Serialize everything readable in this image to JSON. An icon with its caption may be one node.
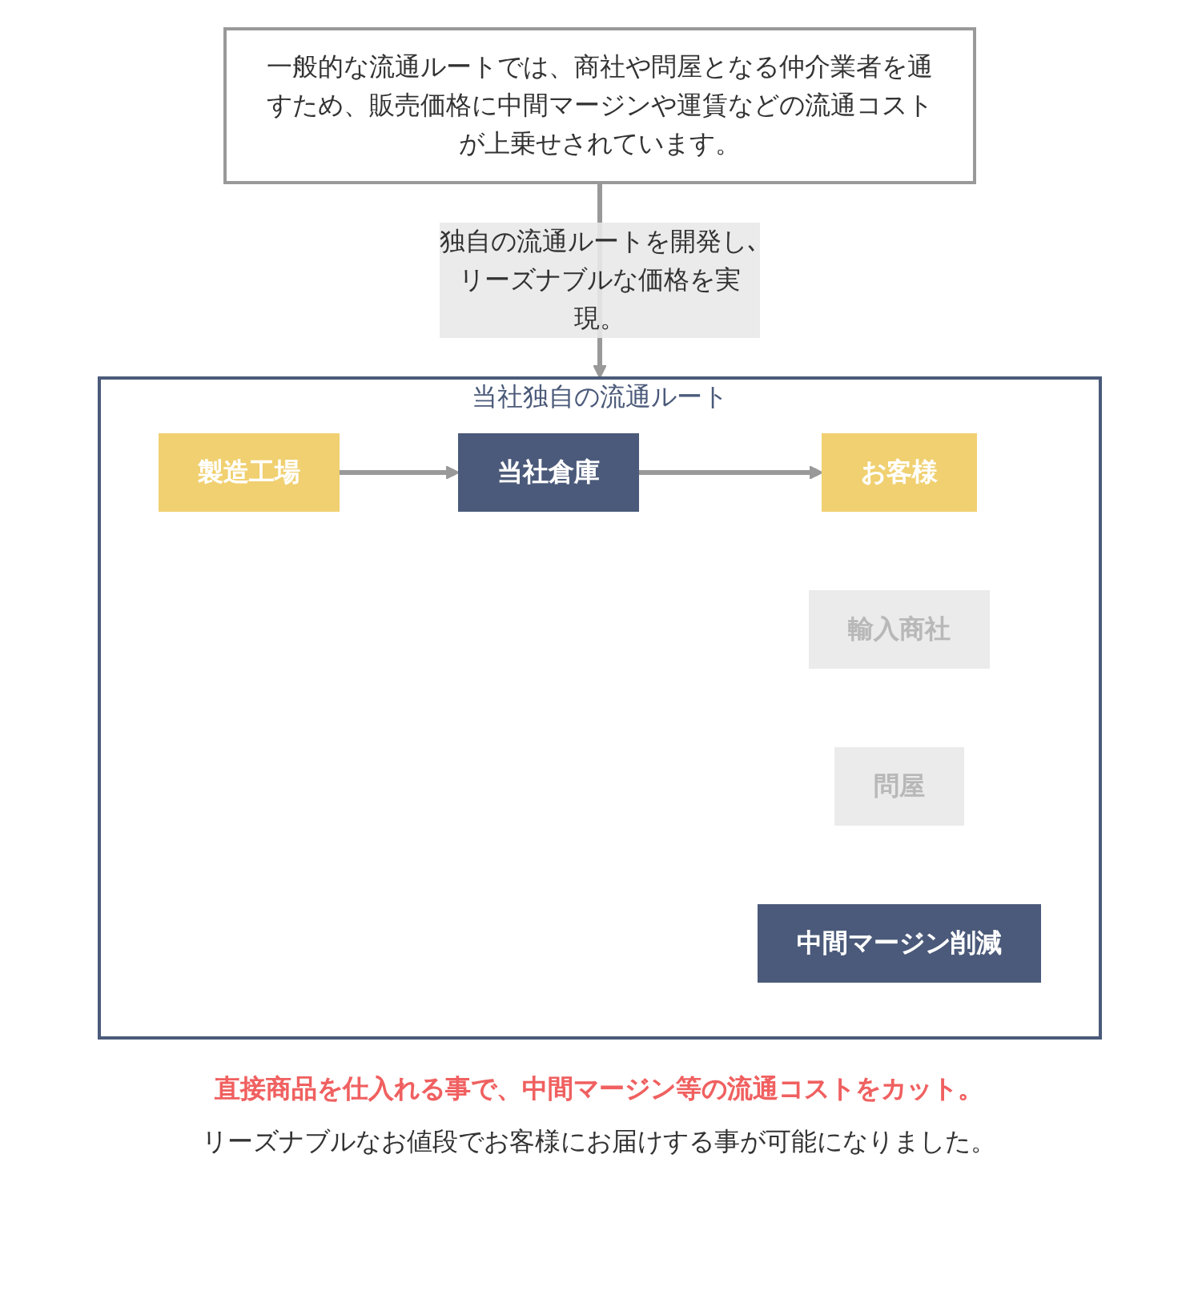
{
  "diagram": {
    "nodes": [
      {
        "text": [
          "一般的な流通ルートでは、商社や問屋となる仲介業者を通すため、販売価格に中間マージンや運賃などの流通コストが上乗せされています。"
        ]
      },
      {
        "text": [
          "当社独自の流通ルート"
        ]
      },
      {
        "text": [
          "製造工場"
        ],
        "in": 1
      },
      {
        "text": [
          "輸入商社"
        ],
        "in": 1
      },
      {
        "text": [
          "問屋"
        ],
        "in": 1
      },
      {
        "text": [
          "当社倉庫"
        ],
        "in": 1
      },
      {
        "text": [
          "お客様"
        ],
        "in": 1
      },
      {
        "text": [
          "中間マージン削減"
        ],
        "in": 1
      }
    ],
    "edges": [
      {
        "from": 0,
        "to": 1,
        "arrow": "to",
        "label": "独自の流通ルートを開発し､リーズナブルな価格を実現。"
      },
      {
        "from": 2,
        "to": 5,
        "arrow": "to"
      },
      {
        "from": 5,
        "to": 6,
        "arrow": "to"
      }
    ],
    "labels": [
      "直接商品を仕入れる事で、中間マージン等の流通コストをカット。",
      "リーズナブルなお値段でお客様にお届けする事が可能になりました。"
    ]
  }
}
